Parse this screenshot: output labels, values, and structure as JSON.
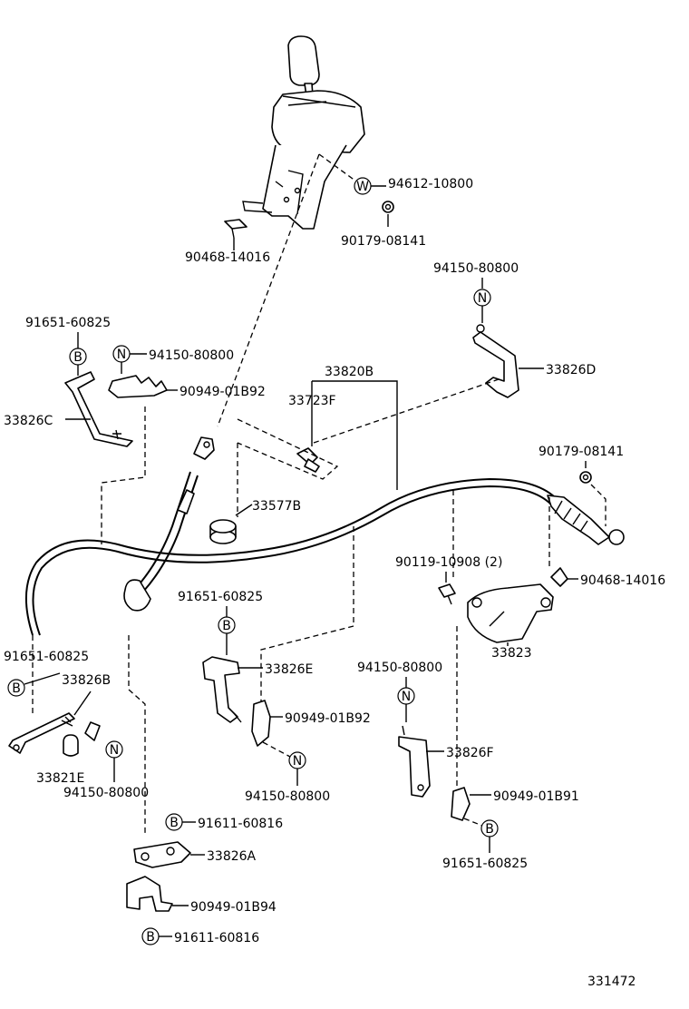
{
  "labels": {
    "p94612": "94612-10800",
    "p90179a": "90179-08141",
    "p90468a": "90468-14016",
    "p94150a": "94150-80800",
    "p91651a": "91651-60825",
    "p94150b": "94150-80800",
    "p90949a": "90949-01B92",
    "p33826C": "33826C",
    "p33820B": "33820B",
    "p33723F": "33723F",
    "p33826D": "33826D",
    "p90179b": "90179-08141",
    "p33577B": "33577B",
    "p90119": "90119-10908 (2)",
    "p90468b": "90468-14016",
    "p91651b": "91651-60825",
    "p33826E": "33826E",
    "p33823": "33823",
    "p91651c": "91651-60825",
    "p33826B": "33826B",
    "p94150c": "94150-80800",
    "p90949b": "90949-01B92",
    "p33826F": "33826F",
    "p33821E": "33821E",
    "p94150d": "94150-80800",
    "p94150e": "94150-80800",
    "p90949c": "90949-01B91",
    "p91611a": "91611-60816",
    "p33826A": "33826A",
    "p91651d": "91651-60825",
    "p90949d": "90949-01B94",
    "p91611b": "91611-60816",
    "figure_number": "331472"
  },
  "callouts": {
    "W": "W",
    "N": "N",
    "B": "B"
  }
}
